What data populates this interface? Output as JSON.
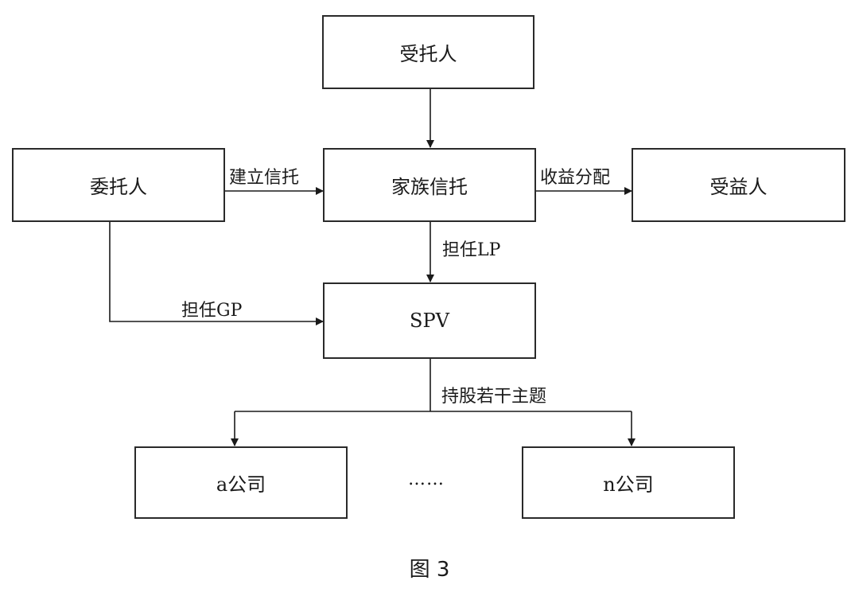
{
  "nodes": {
    "trustee": "受托人",
    "settlor": "委托人",
    "family_trust": "家族信托",
    "beneficiary": "受益人",
    "spv": "SPV",
    "company_a": "a公司",
    "company_n": "n公司",
    "ellipsis": "……"
  },
  "edges": {
    "establish_trust": "建立信托",
    "income_distribution": "收益分配",
    "serve_lp": "担任LP",
    "serve_gp": "担任GP",
    "hold_shares": "持股若干主题"
  },
  "caption": "图 3"
}
